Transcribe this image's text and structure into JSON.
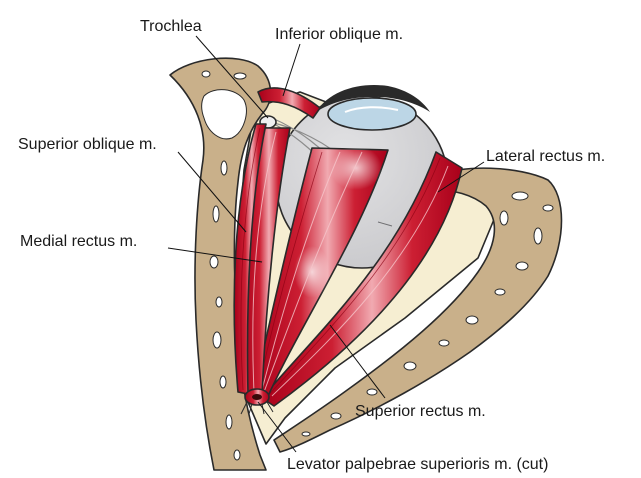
{
  "labels": {
    "trochlea": "Trochlea",
    "inferior_oblique": "Inferior oblique m.",
    "superior_oblique": "Superior oblique m.",
    "lateral_rectus": "Lateral rectus m.",
    "medial_rectus": "Medial rectus m.",
    "superior_rectus": "Superior rectus m.",
    "levator": "Levator palpebrae superioris m. (cut)"
  },
  "colors": {
    "background": "#ffffff",
    "bone": "#c9b08a",
    "orbit_fat": "#f6eed2",
    "eyeball": "#c9c9cc",
    "cornea": "#bcd6e6",
    "muscle": "#cc1f33",
    "muscle_dark": "#a8001a",
    "muscle_light": "#f1aab1",
    "tendon": "#dcdcdc"
  }
}
